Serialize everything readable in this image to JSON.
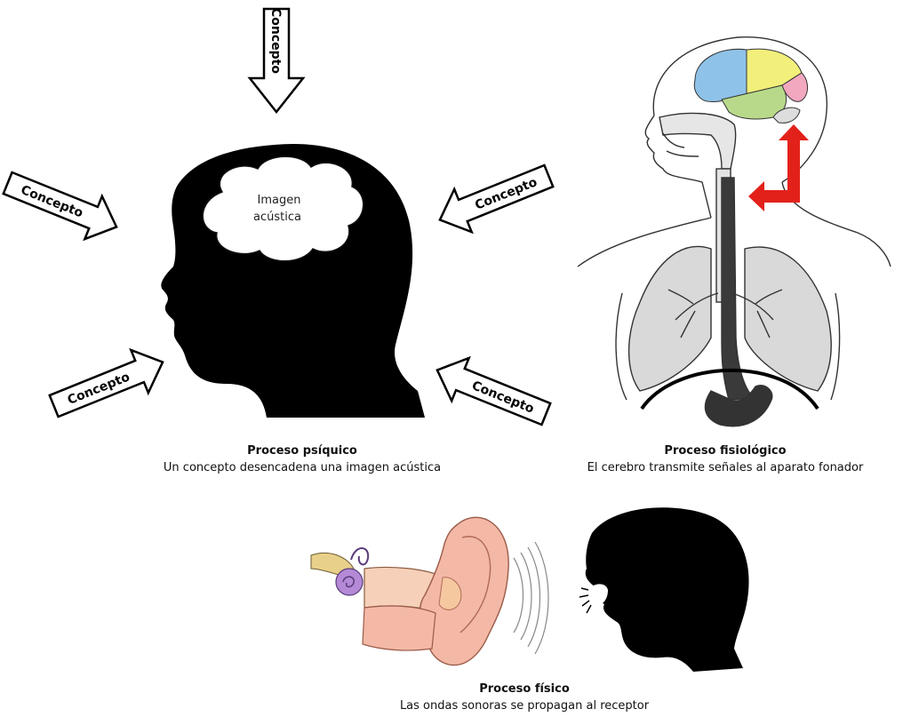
{
  "arrow_label": "Concepto",
  "cloud": {
    "line1": "Imagen",
    "line2": "acústica"
  },
  "psychic": {
    "title": "Proceso psíquico",
    "subtitle": "Un concepto desencadena una imagen acústica"
  },
  "physiological": {
    "title": "Proceso fisiológico",
    "subtitle": "El cerebro transmite señales al aparato fonador"
  },
  "physical": {
    "title": "Proceso físico",
    "subtitle": "Las ondas sonoras se propagan al receptor"
  },
  "colors": {
    "silhouette": "#000000",
    "brain_blue": "#8fc2e8",
    "brain_yellow": "#f2ef7a",
    "brain_green": "#b8d98a",
    "brain_pink": "#f2a8bf",
    "lung_gray": "#d8d8d8",
    "red_arrow": "#e3211b",
    "ear_pink": "#f3b9a6",
    "ear_purple": "#b48ad6"
  }
}
